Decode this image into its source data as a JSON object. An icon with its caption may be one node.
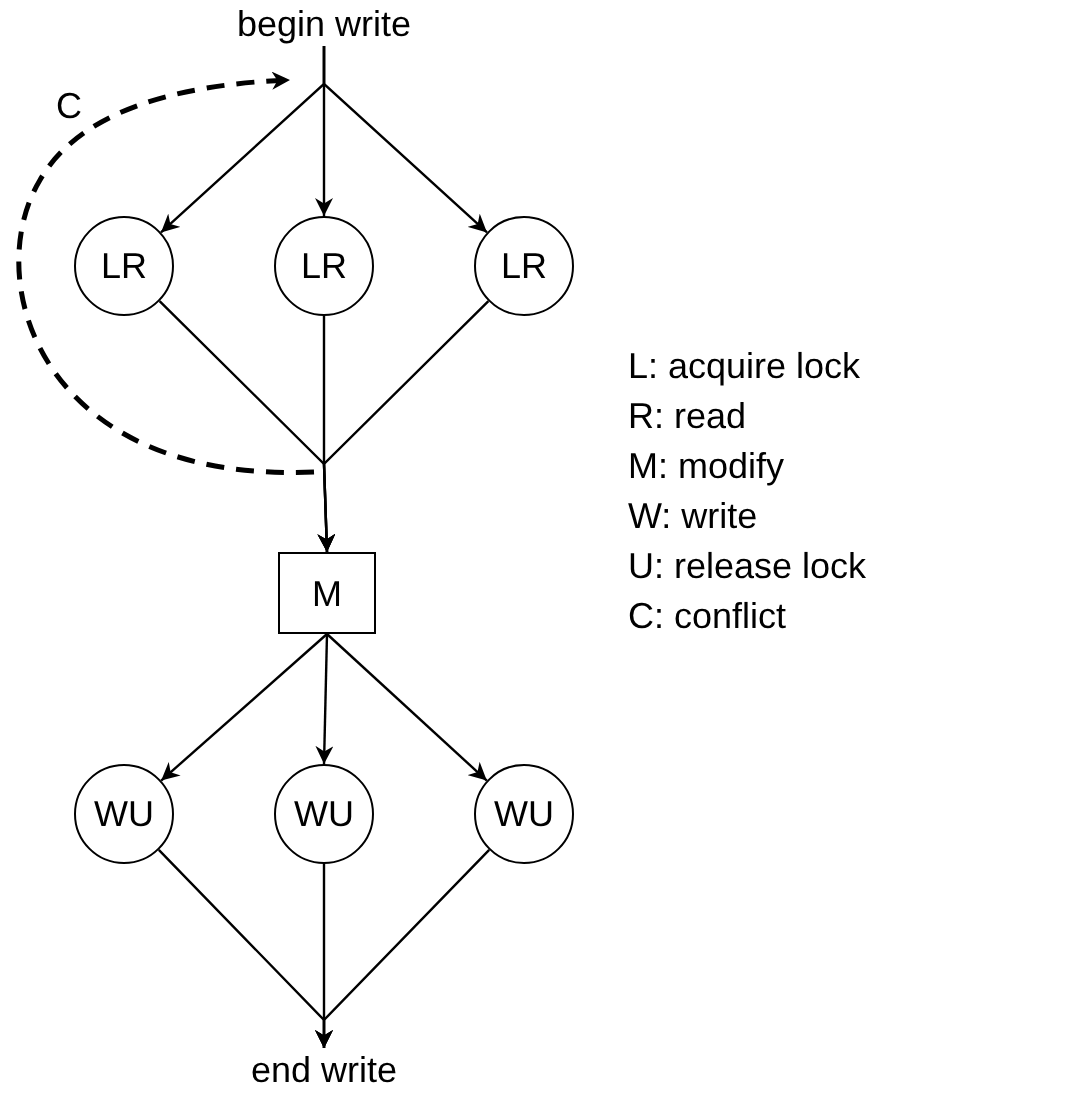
{
  "diagram": {
    "nodes": [
      {
        "text": [
          "begin write"
        ]
      },
      {
        "text": [
          "LR"
        ]
      },
      {
        "text": [
          "LR"
        ]
      },
      {
        "text": [
          "LR"
        ]
      },
      {
        "text": [
          "M"
        ]
      },
      {
        "text": [
          "WU"
        ]
      },
      {
        "text": [
          "WU"
        ]
      },
      {
        "text": [
          "WU"
        ]
      },
      {
        "text": [
          "end write"
        ]
      }
    ],
    "edges": [
      {
        "from": 0,
        "to": 1,
        "arrow": "to"
      },
      {
        "from": 0,
        "to": 2,
        "arrow": "to"
      },
      {
        "from": 0,
        "to": 3,
        "arrow": "to"
      },
      {
        "from": 1,
        "to": 4,
        "arrow": "to"
      },
      {
        "from": 2,
        "to": 4,
        "arrow": "to"
      },
      {
        "from": 3,
        "to": 4,
        "arrow": "to"
      },
      {
        "from": 4,
        "to": 5,
        "arrow": "to"
      },
      {
        "from": 4,
        "to": 6,
        "arrow": "to"
      },
      {
        "from": 4,
        "to": 7,
        "arrow": "to"
      },
      {
        "from": 5,
        "to": 8,
        "arrow": "to"
      },
      {
        "from": 6,
        "to": 8,
        "arrow": "to"
      },
      {
        "from": 7,
        "to": 8,
        "arrow": "to"
      },
      {
        "from": null,
        "to": 0,
        "arrow": "to",
        "style": "dashed",
        "label": "C"
      }
    ],
    "labels": [
      "L: acquire lock",
      "R: read",
      "M: modify",
      "W: write",
      "U: release lock",
      "C: conflict"
    ]
  }
}
